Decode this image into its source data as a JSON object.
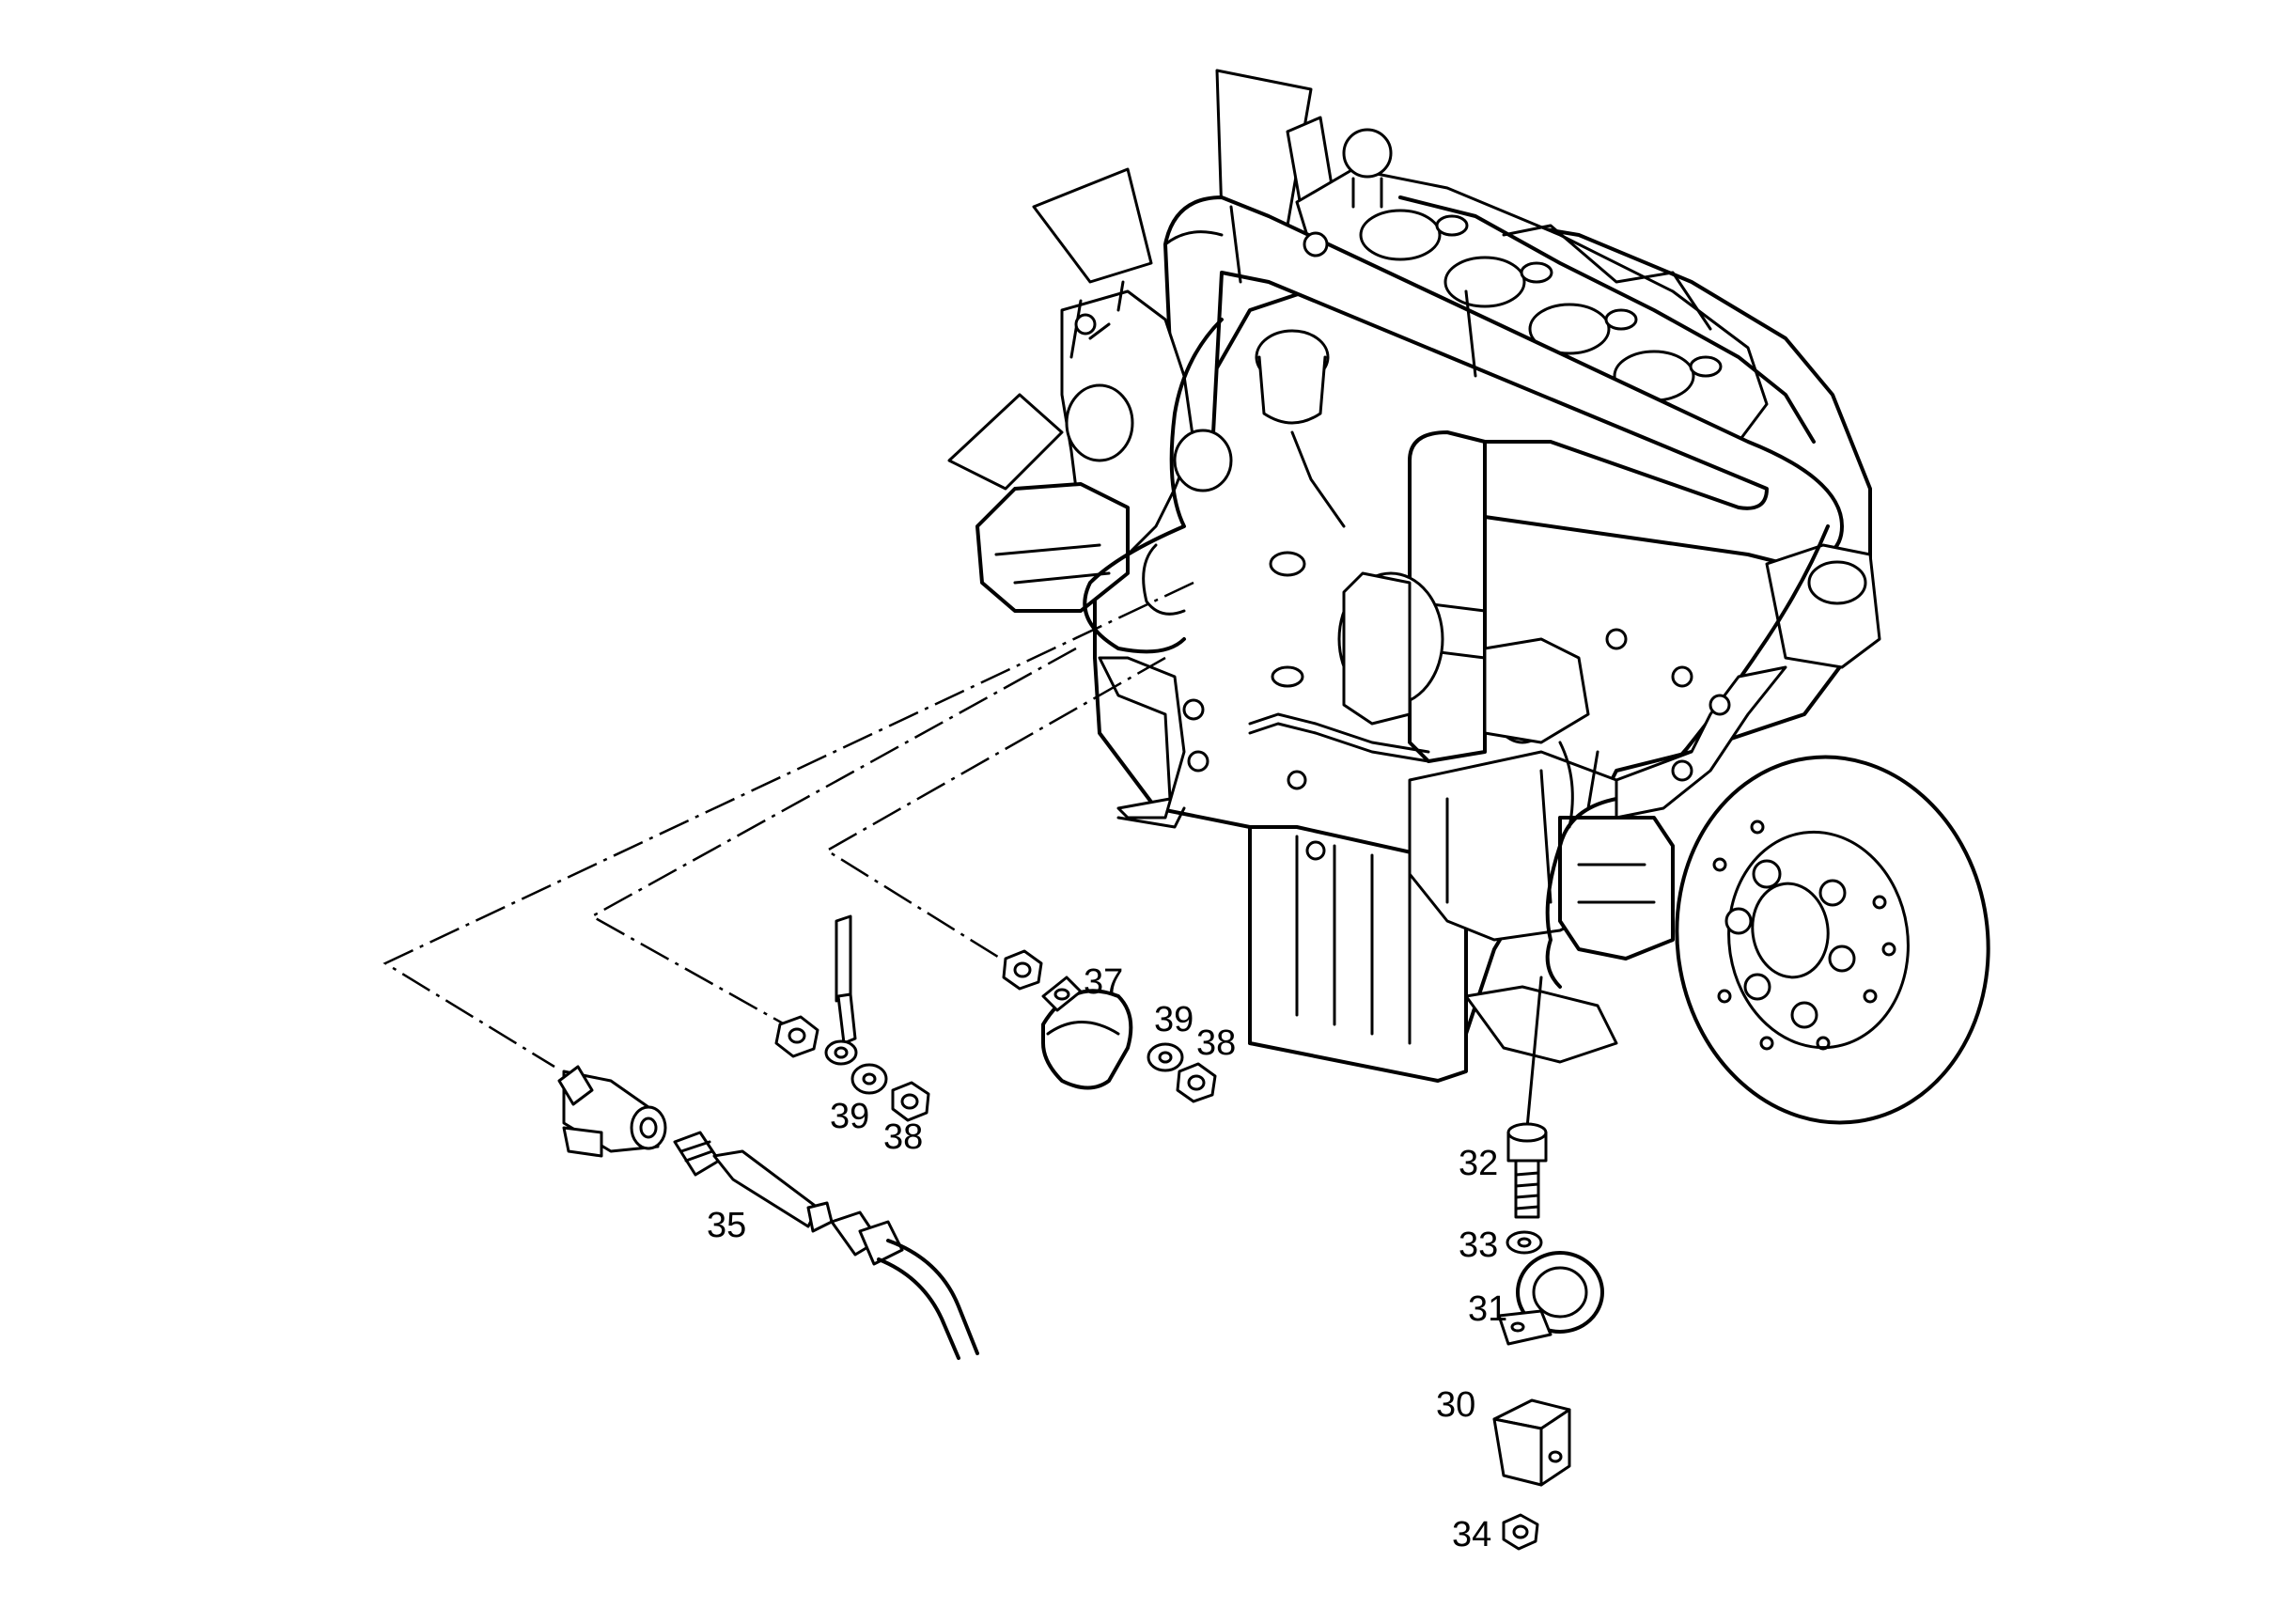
{
  "callouts": {
    "c32": "32",
    "c33": "33",
    "c31": "31",
    "c30": "30",
    "c34": "34",
    "c37": "37",
    "c39a": "39",
    "c38a": "38",
    "c39b": "39",
    "c38b": "38",
    "c35": "35"
  }
}
